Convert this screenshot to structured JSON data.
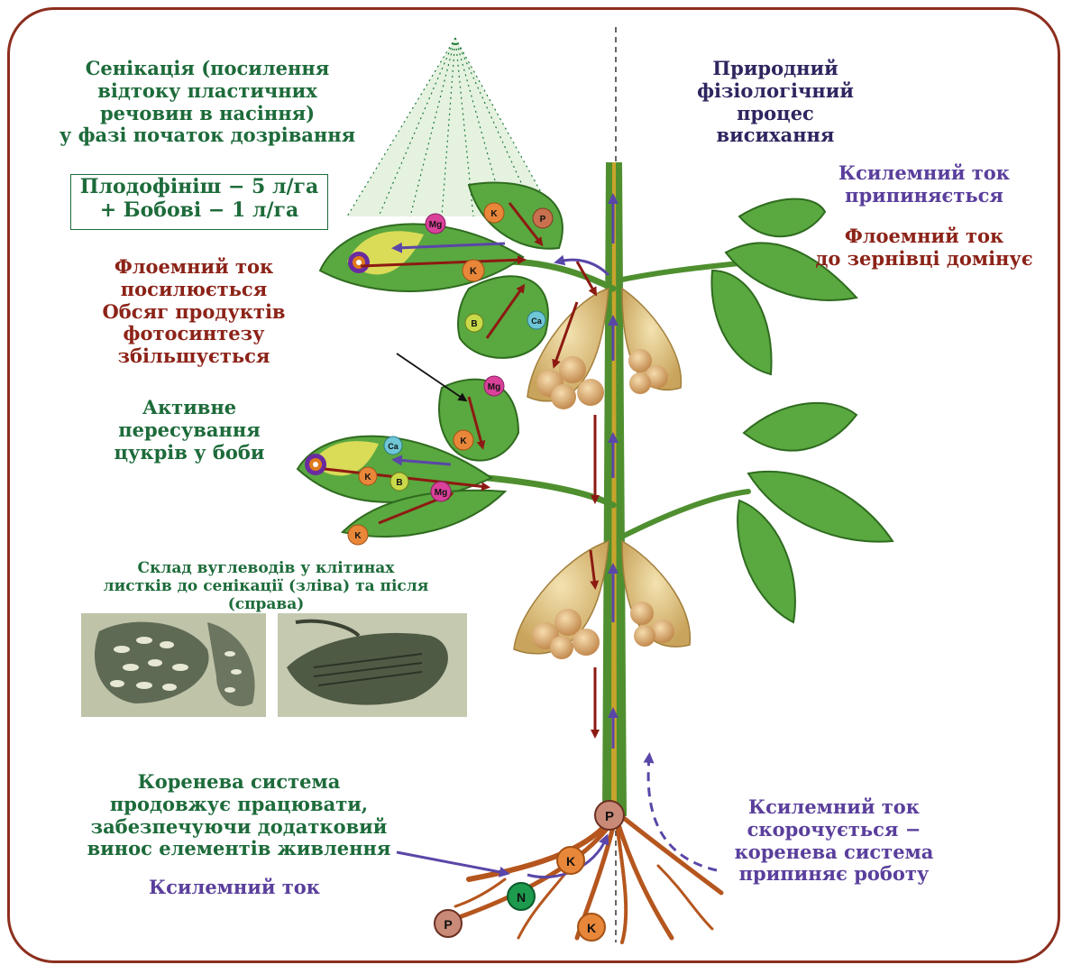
{
  "texts": {
    "senication": [
      "Сенікація (посилення",
      "відтоку пластичних",
      "речовин в насіння)",
      "у фазі початок дозрівання"
    ],
    "product": [
      "Плодофініш − 5 л/га",
      "+ Бобові − 1 л/га"
    ],
    "phloem_left": [
      "Флоемний ток",
      "посилюється",
      "Обсяг продуктів",
      "фотосинтезу",
      "збільшується"
    ],
    "active": [
      "Активне",
      "пересування",
      "цукрів у боби"
    ],
    "carb": [
      "Склад вуглеводів у клітинах",
      "листків до сенікації (зліва) та після",
      "(справа)"
    ],
    "root": [
      "Коренева система",
      "продовжує працювати,",
      "забезпечуючи додатковий",
      "винос елементів живлення"
    ],
    "xylem_left": "Ксилемний ток",
    "natural": [
      "Природний",
      "фізіологічний",
      "процес",
      "висихання"
    ],
    "xylem_stops": [
      "Ксилемний ток",
      "припиняється"
    ],
    "phloem_right": [
      "Флоемний ток",
      "до зернівці домінує"
    ],
    "xylem_shortens": [
      "Ксилемний ток",
      "скорочується −",
      "коренева система",
      "припиняє роботу"
    ]
  },
  "nutrients": {
    "mg": "Mg",
    "k": "K",
    "p": "P",
    "b": "B",
    "ca": "Ca",
    "n": "N"
  },
  "colors": {
    "green_text": "#1d6b3a",
    "navy_text": "#2e2660",
    "purple_text": "#5a3f9c",
    "red_text": "#8c2318",
    "frame": "#8c2e1e",
    "leaf": "#5aa840",
    "stem": "#3d7a2a",
    "pod": "#d9c07a",
    "root": "#b5561e",
    "phloem_arrow": "#8c1a12",
    "xylem_arrow": "#5a46a8"
  }
}
